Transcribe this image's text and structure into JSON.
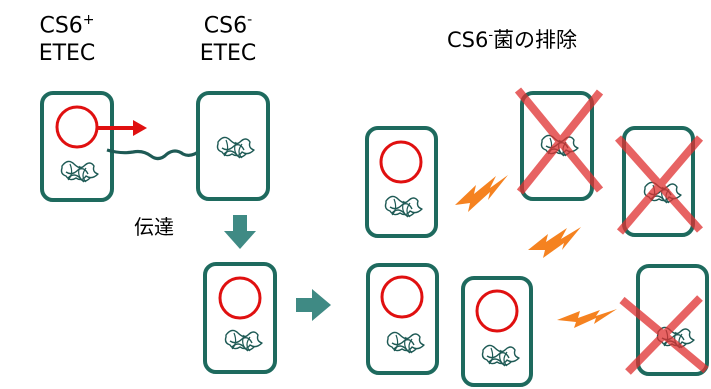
{
  "labels": {
    "cs6_pos_name": "CS6",
    "cs6_pos_sup": "+",
    "cs6_pos_line2": "ETEC",
    "cs6_neg_name": "CS6",
    "cs6_neg_sup": "-",
    "cs6_neg_line2": "ETEC",
    "exclusion_name": "CS6",
    "exclusion_sup": "-",
    "exclusion_rest": "菌の排除",
    "transfer": "伝達"
  },
  "colors": {
    "cell_border": "#1e6a5e",
    "plasmid": "#e01010",
    "cross": "#e03030",
    "arrow_red": "#e01010",
    "arrow_teal": "#3f8a84",
    "lightning": "#f58220",
    "chromosome": "#1e5a55"
  },
  "icons": [
    "plasmid-circle",
    "chromosome-squiggle",
    "red-arrow",
    "pilus-line",
    "teal-arrow",
    "lightning-bolt",
    "cross-mark"
  ]
}
